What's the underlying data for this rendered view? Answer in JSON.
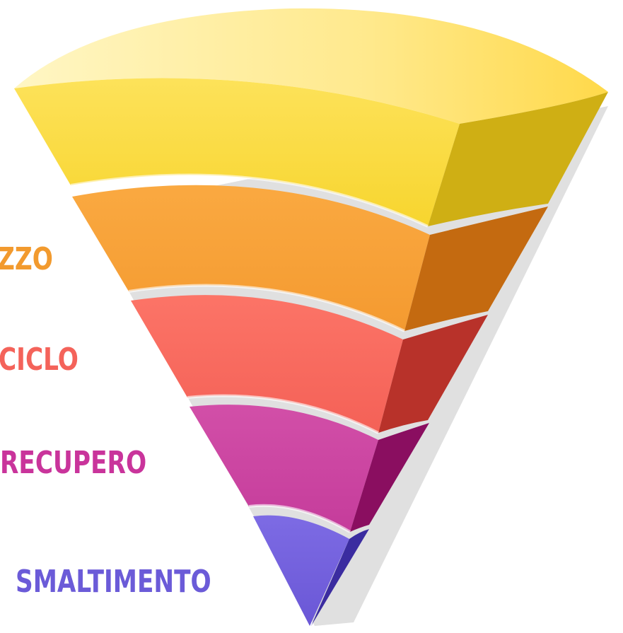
{
  "diagram": {
    "type": "inverted-pyramid",
    "tiers": [
      {
        "label": "",
        "color": "#FDDE48",
        "side_color": "#D4B520",
        "label_color": "#F5C200"
      },
      {
        "label": "ZZO",
        "color": "#F7A33C",
        "side_color": "#C96A12",
        "label_color": "#F29A2E"
      },
      {
        "label": "CICLO",
        "color": "#F96B60",
        "side_color": "#BF3327",
        "label_color": "#F4635A"
      },
      {
        "label": "RECUPERO",
        "color": "#CF46A3",
        "side_color": "#8E1466",
        "label_color": "#C9349B"
      },
      {
        "label": "SMALTIMENTO",
        "color": "#7563DF",
        "side_color": "#3F2FA8",
        "label_color": "#6B5BD8"
      }
    ]
  }
}
